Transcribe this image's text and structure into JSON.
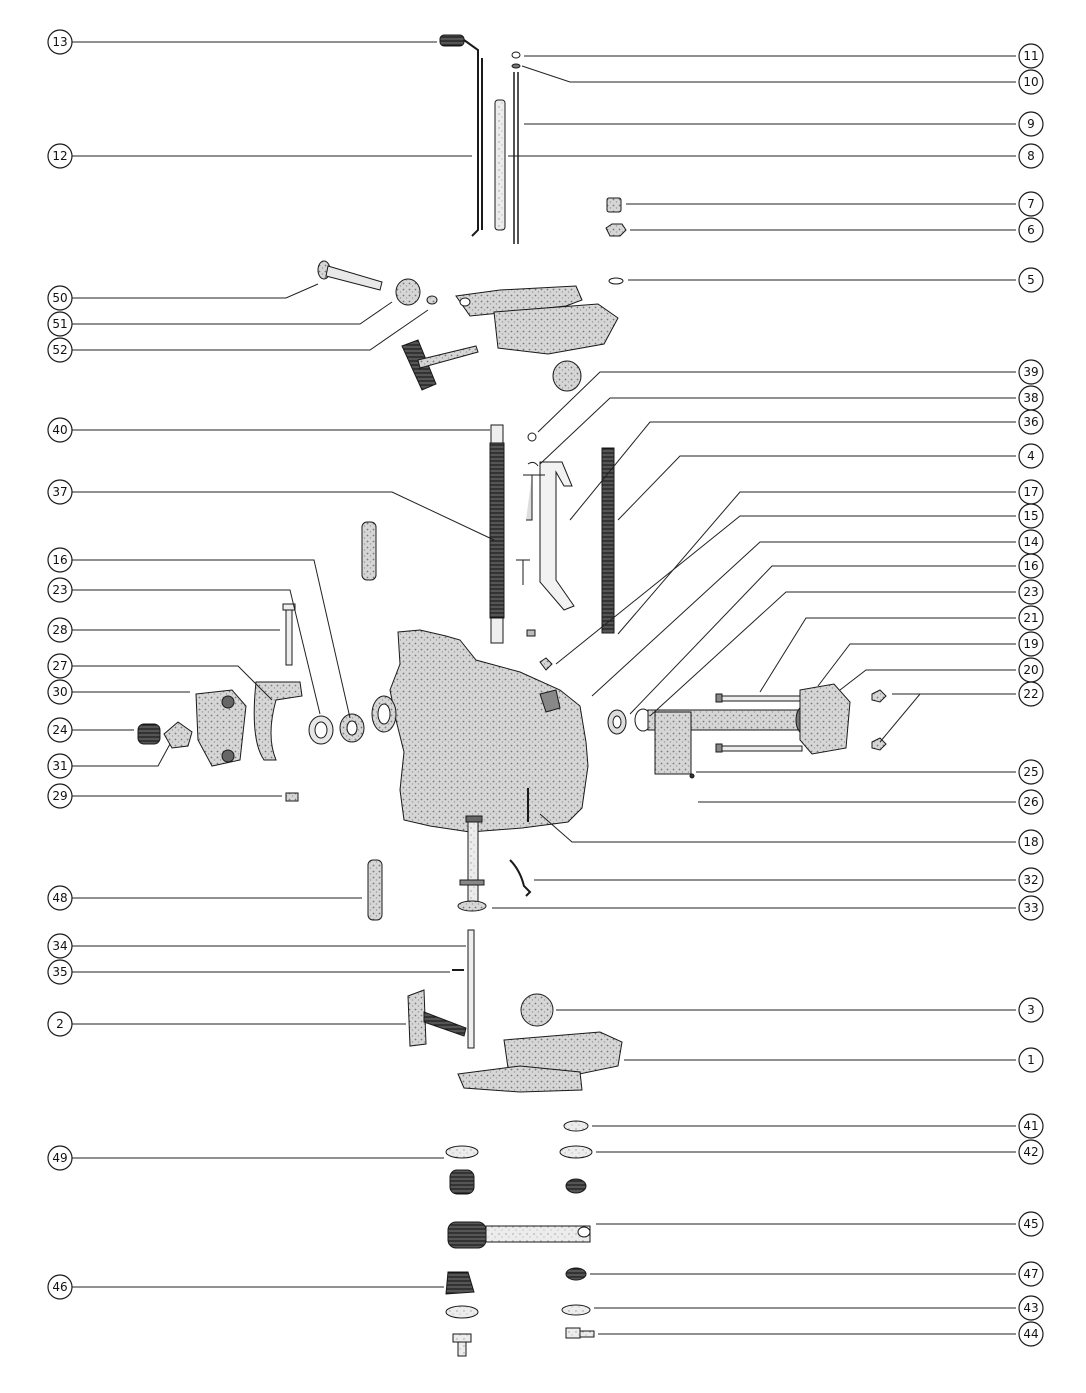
{
  "colors": {
    "ink": "#1a1a1a",
    "line": "#222222",
    "part_fill": "#cfcfcf",
    "part_dark": "#8a8a8a",
    "paper": "#ffffff"
  },
  "callouts_left": [
    "13",
    "12",
    "50",
    "51",
    "52",
    "40",
    "37",
    "16",
    "23",
    "28",
    "27",
    "30",
    "24",
    "31",
    "29",
    "48",
    "34",
    "35",
    "2",
    "49",
    "46"
  ],
  "callouts_right": [
    "11",
    "10",
    "9",
    "8",
    "7",
    "6",
    "5",
    "39",
    "38",
    "36",
    "4",
    "17",
    "15",
    "14",
    "16",
    "23",
    "21",
    "19",
    "20",
    "22",
    "25",
    "26",
    "18",
    "32",
    "33",
    "3",
    "1",
    "41",
    "42",
    "45",
    "47",
    "43",
    "44"
  ]
}
